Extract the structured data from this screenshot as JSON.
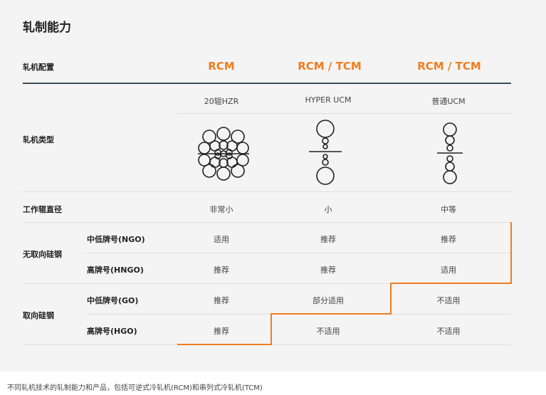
{
  "title": "轧制能力",
  "header": {
    "label": "轧机配置",
    "columns": [
      "RCM",
      "RCM / TCM",
      "RCM / TCM"
    ]
  },
  "mill_type": {
    "label": "轧机类型",
    "names": [
      "20辊HZR",
      "HYPER UCM",
      "普通UCM"
    ]
  },
  "work_roll": {
    "label": "工作辊直径",
    "values": [
      "非常小",
      "小",
      "中等"
    ]
  },
  "groups": [
    {
      "label": "无取向硅钢",
      "rows": [
        {
          "label": "中低牌号(NGO)",
          "values": [
            "适用",
            "推荐",
            "推荐"
          ]
        },
        {
          "label": "高牌号(HNGO)",
          "values": [
            "推荐",
            "推荐",
            "适用"
          ]
        }
      ]
    },
    {
      "label": "取向硅钢",
      "rows": [
        {
          "label": "中低牌号(GO)",
          "values": [
            "推荐",
            "部分适用",
            "不适用"
          ]
        },
        {
          "label": "高牌号(HGO)",
          "values": [
            "推荐",
            "不适用",
            "不适用"
          ]
        }
      ]
    }
  ],
  "caption": "不同轧机技术的轧制能力和产品，包括可逆式冷轧机(RCM)和串列式冷轧机(TCM)",
  "colors": {
    "accent": "#f07d1f",
    "rule": "#3c4a5c",
    "panel": "#f4f4f4"
  }
}
